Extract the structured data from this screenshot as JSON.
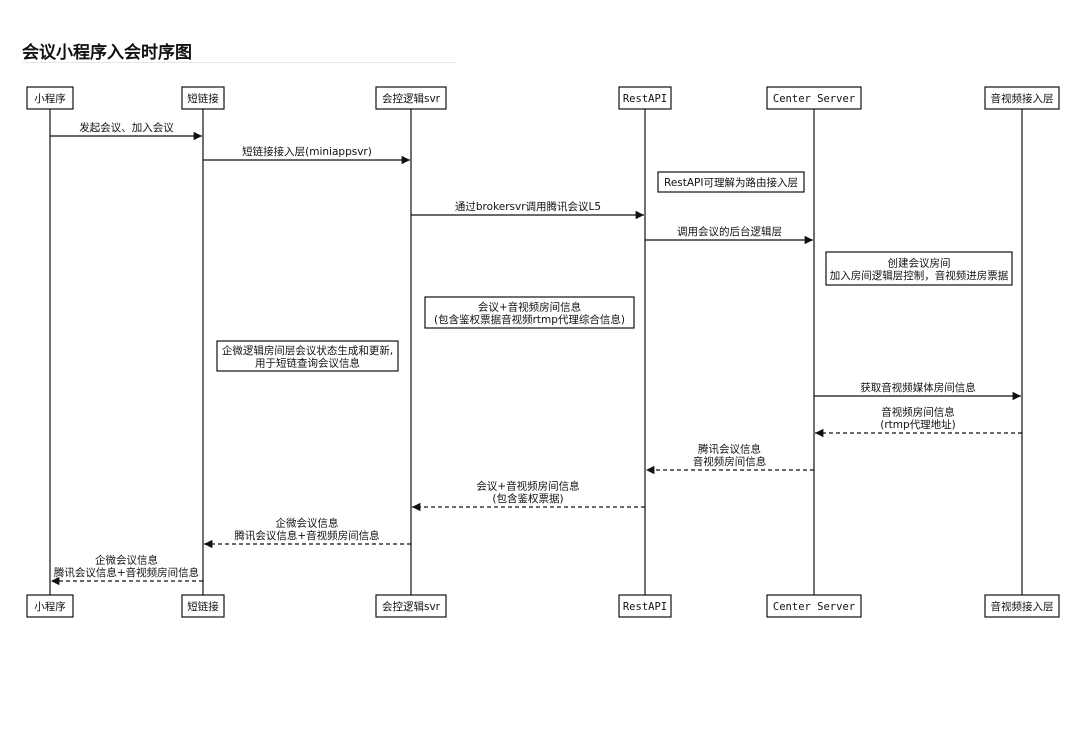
{
  "title": "会议小程序入会时序图",
  "participants": [
    {
      "id": "mini",
      "label": "小程序"
    },
    {
      "id": "short",
      "label": "短链接"
    },
    {
      "id": "ctrl",
      "label": "会控逻辑svr"
    },
    {
      "id": "rest",
      "label": "RestAPI"
    },
    {
      "id": "center",
      "label": "Center Server"
    },
    {
      "id": "av",
      "label": "音视频接入层"
    }
  ],
  "messages": [
    {
      "from": "mini",
      "to": "short",
      "style": "solid",
      "lines": [
        "发起会议、加入会议"
      ]
    },
    {
      "from": "short",
      "to": "ctrl",
      "style": "solid",
      "lines": [
        "短链接接入层(miniappsvr)"
      ]
    },
    {
      "from": "ctrl",
      "to": "rest",
      "style": "solid",
      "lines": [
        "通过brokersvr调用腾讯会议L5"
      ]
    },
    {
      "from": "rest",
      "to": "center",
      "style": "solid",
      "lines": [
        "调用会议的后台逻辑层"
      ]
    },
    {
      "from": "center",
      "to": "av",
      "style": "solid",
      "lines": [
        "获取音视频媒体房间信息"
      ]
    },
    {
      "from": "av",
      "to": "center",
      "style": "dashed",
      "lines": [
        "音视频房间信息",
        "(rtmp代理地址)"
      ]
    },
    {
      "from": "center",
      "to": "rest",
      "style": "dashed",
      "lines": [
        "腾讯会议信息",
        "音视频房间信息"
      ]
    },
    {
      "from": "rest",
      "to": "ctrl",
      "style": "dashed",
      "lines": [
        "会议+音视频房间信息",
        "(包含鉴权票据)"
      ]
    },
    {
      "from": "ctrl",
      "to": "short",
      "style": "dashed",
      "lines": [
        "企微会议信息",
        "腾讯会议信息+音视频房间信息"
      ]
    },
    {
      "from": "short",
      "to": "mini",
      "style": "dashed",
      "lines": [
        "企微会议信息",
        "腾讯会议信息+音视频房间信息"
      ]
    }
  ],
  "notes": [
    {
      "lines": [
        "RestAPI可理解为路由接入层"
      ]
    },
    {
      "lines": [
        "创建会议房间",
        "加入房间逻辑层控制，音视频进房票据"
      ]
    },
    {
      "lines": [
        "会议+音视频房间信息",
        "(包含鉴权票据音视频rtmp代理综合信息)"
      ]
    },
    {
      "lines": [
        "企微逻辑房间层会议状态生成和更新,",
        "用于短链查询会议信息"
      ]
    }
  ]
}
